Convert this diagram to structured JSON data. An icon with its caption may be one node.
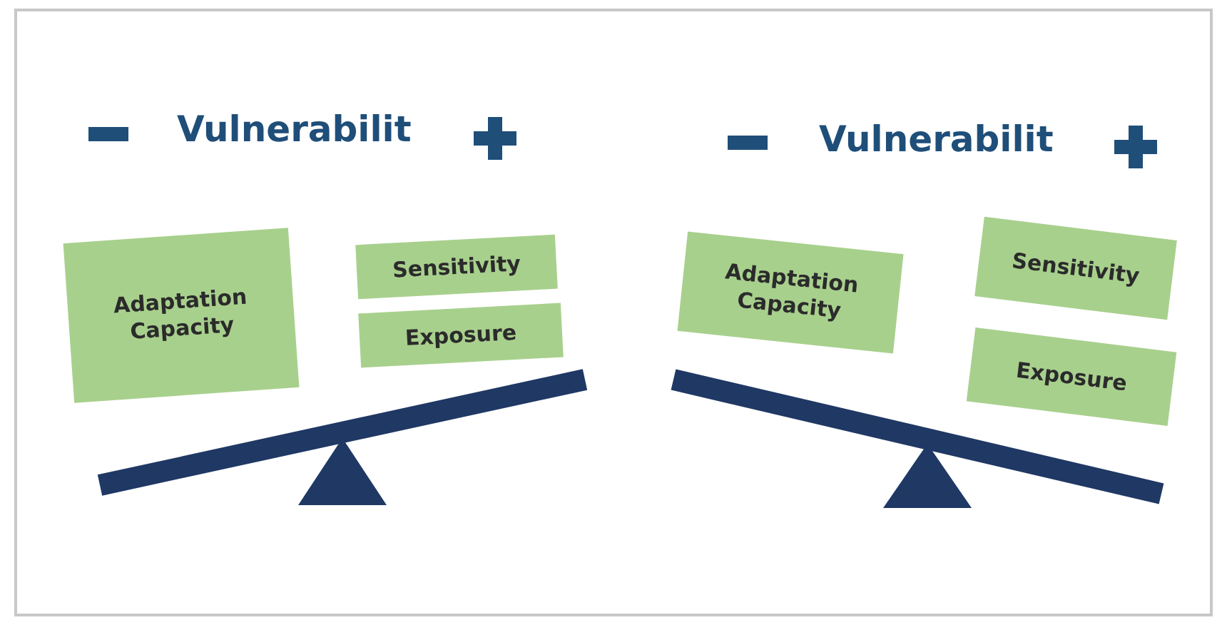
{
  "diagram": {
    "nodes": [
      {
        "text": [
          "Adaptation Capacity"
        ]
      },
      {
        "text": [
          "Sensitivity"
        ]
      },
      {
        "text": [
          "Exposure"
        ]
      },
      {
        "text": [
          "Adaptation Capacity"
        ]
      },
      {
        "text": [
          "Sensitivity"
        ]
      },
      {
        "text": [
          "Exposure"
        ]
      }
    ],
    "labels": [
      "Vulnerabilit",
      "Vulnerabilit"
    ]
  }
}
